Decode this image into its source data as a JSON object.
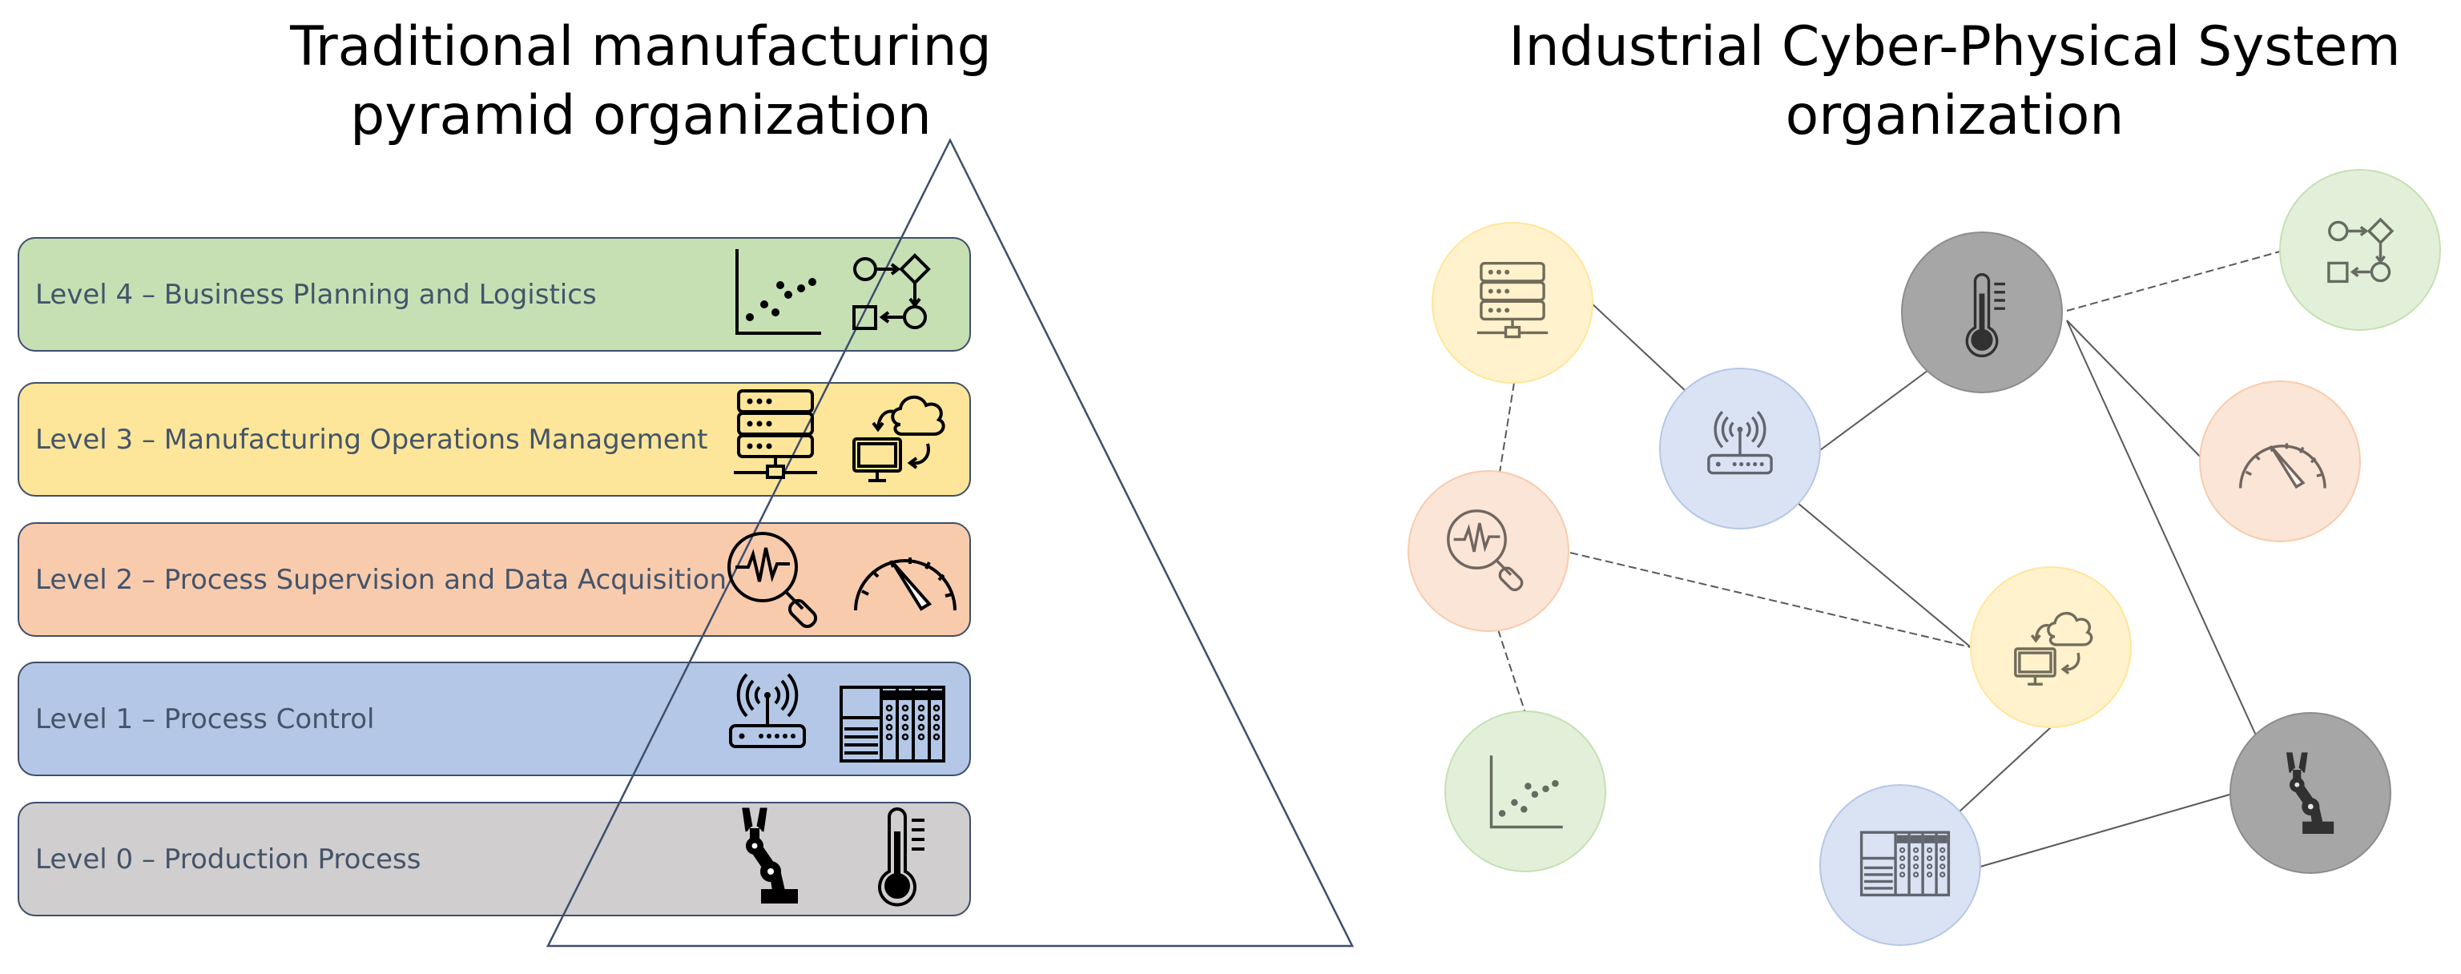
{
  "left_title": {
    "line1": "Traditional manufacturing",
    "line2": "pyramid organization"
  },
  "right_title": {
    "line1": "Industrial Cyber-Physical System",
    "line2": "organization"
  },
  "levels": [
    {
      "label": "Level 4 – Business Planning and Logistics",
      "color": "#c6e0b4",
      "icons": [
        "scatter-plot-icon",
        "flowchart-icon"
      ]
    },
    {
      "label": "Level 3 – Manufacturing Operations Management",
      "color": "#fde699",
      "icons": [
        "server-icon",
        "cloud-computer-icon"
      ]
    },
    {
      "label": "Level 2 – Process Supervision and Data Acquisition",
      "color": "#f8cbad",
      "icons": [
        "signal-magnifier-icon",
        "gauge-icon"
      ]
    },
    {
      "label": "Level 1 – Process Control",
      "color": "#b4c7e7",
      "icons": [
        "wifi-router-icon",
        "plc-icon"
      ]
    },
    {
      "label": "Level 0 – Production Process",
      "color": "#d0cece",
      "icons": [
        "robot-arm-icon",
        "thermometer-icon"
      ]
    }
  ],
  "network_nodes": [
    {
      "id": "server",
      "icon": "server-icon",
      "color": "#fff2cc"
    },
    {
      "id": "router",
      "icon": "wifi-router-icon",
      "color": "#dae3f3"
    },
    {
      "id": "thermometer",
      "icon": "thermometer-icon",
      "color": "#d0cece"
    },
    {
      "id": "flowchart",
      "icon": "flowchart-icon",
      "color": "#e2f0d9"
    },
    {
      "id": "gauge",
      "icon": "gauge-icon",
      "color": "#fbe5d6"
    },
    {
      "id": "signal",
      "icon": "signal-magnifier-icon",
      "color": "#fbe5d6"
    },
    {
      "id": "cloud",
      "icon": "cloud-computer-icon",
      "color": "#fff2cc"
    },
    {
      "id": "scatter",
      "icon": "scatter-plot-icon",
      "color": "#e2f0d9"
    },
    {
      "id": "plc",
      "icon": "plc-icon",
      "color": "#dae3f3"
    },
    {
      "id": "robot",
      "icon": "robot-arm-icon",
      "color": "#d0cece"
    }
  ],
  "colors": {
    "triangle_stroke": "#3f4e6b",
    "network_link": "#595959",
    "icon_stroke": "#000000"
  }
}
